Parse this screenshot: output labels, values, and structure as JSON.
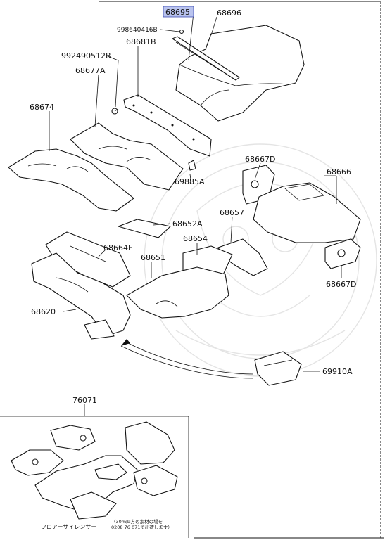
{
  "labels": {
    "p68695": "68695",
    "p68696": "68696",
    "p998640416B": "998640416B",
    "p992490512B": "992490512B",
    "p68681B": "68681B",
    "p68677A": "68677A",
    "p68674": "68674",
    "p68667D_top": "68667D",
    "p68666": "68666",
    "p69885A": "69885A",
    "p68657": "68657",
    "p68652A": "68652A",
    "p68654": "68654",
    "p68664E": "68664E",
    "p68651": "68651",
    "p68667D_bottom": "68667D",
    "p68620": "68620",
    "p69910A": "69910A",
    "p76071": "76071"
  },
  "inset": {
    "caption": "フロアーサイレンサー",
    "note_line1": "（30m四方の素材の場を",
    "note_line2": "0208 76 071で出荷します）"
  },
  "highlight_color": "#b9c3ee"
}
